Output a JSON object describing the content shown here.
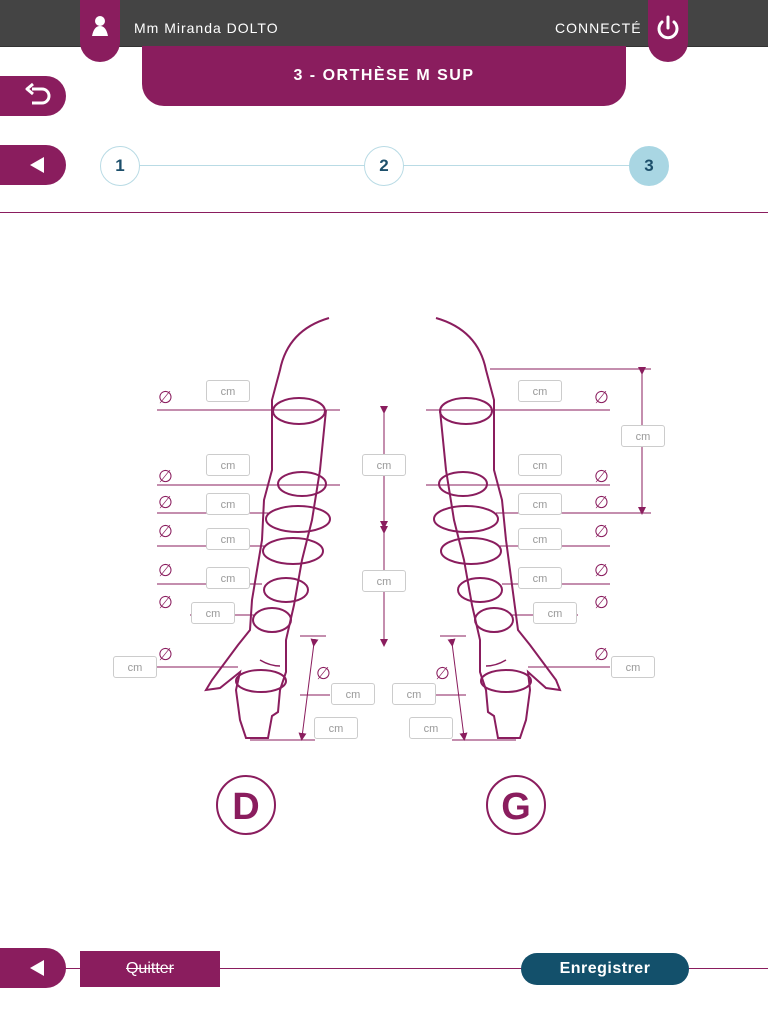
{
  "header": {
    "user_name": "Mm Miranda DOLTO",
    "status": "CONNECTÉ",
    "title": "3 - ORTHÈSE M SUP"
  },
  "steps": [
    {
      "label": "1",
      "active": false
    },
    {
      "label": "2",
      "active": false
    },
    {
      "label": "3",
      "active": true
    }
  ],
  "form": {
    "unit_placeholder": "cm",
    "diameter_symbol": "∅",
    "right_label": "D",
    "left_label": "G"
  },
  "footer": {
    "quit_label": "Quitter",
    "save_label": "Enregistrer"
  },
  "colors": {
    "primary": "#8a1d5e",
    "secondary": "#13506b",
    "step_active": "#a9d6e3",
    "topbar": "#444444"
  },
  "icons": [
    "user-icon",
    "power-icon",
    "undo-icon",
    "back-arrow-icon"
  ]
}
